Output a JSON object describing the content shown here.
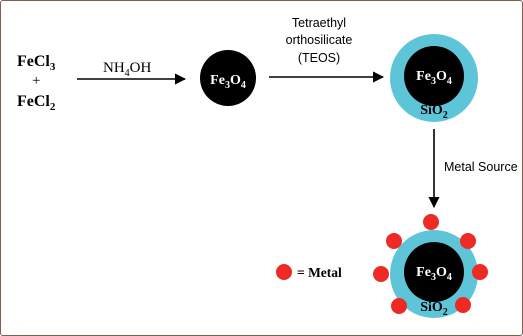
{
  "reactants": {
    "top": {
      "base": "FeCl",
      "sub": "3"
    },
    "plus": "+",
    "bottom": {
      "base": "FeCl",
      "sub": "2"
    }
  },
  "step1": {
    "reagent_base": "NH",
    "reagent_sub": "4",
    "reagent_tail": "OH"
  },
  "step2": {
    "line1": "Tetraethyl",
    "line2": "orthosilicate",
    "line3": "(TEOS)"
  },
  "step3": {
    "label": "Metal Source"
  },
  "core": {
    "fe": "Fe",
    "s1": "3",
    "o": "O",
    "s2": "4"
  },
  "shell": {
    "si": "SiO",
    "sub": "2"
  },
  "legend": {
    "label": "= Metal"
  },
  "colors": {
    "core": "#000000",
    "shell": "#5ec4d8",
    "metal": "#ee2a24",
    "arrow": "#000000",
    "border": "#8a5a4e"
  }
}
